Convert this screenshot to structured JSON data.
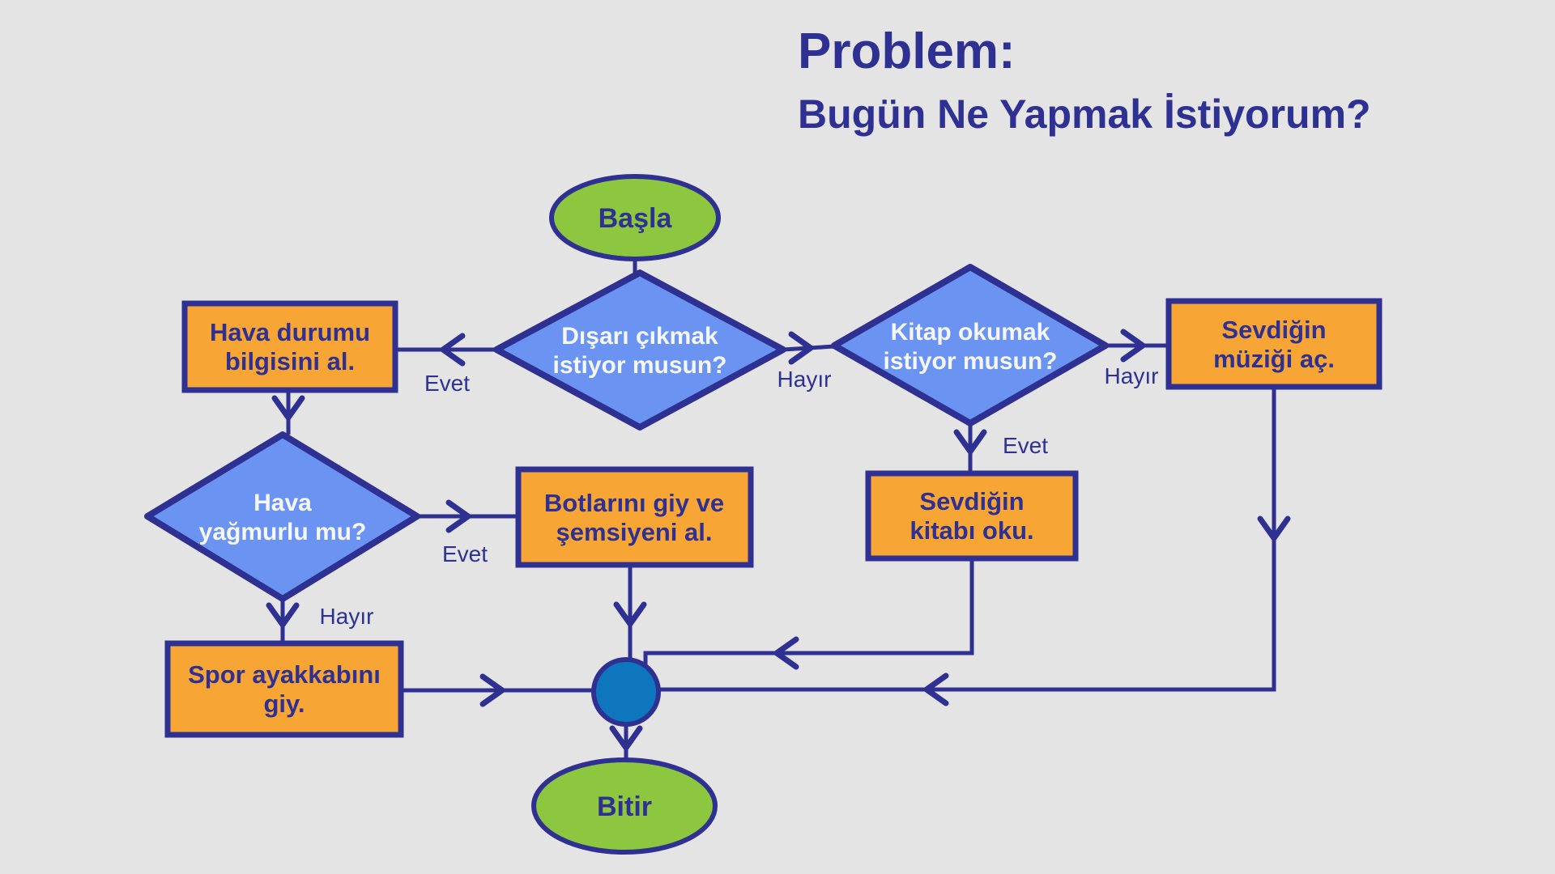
{
  "title": {
    "line1": "Problem:",
    "line2": "Bugün Ne Yapmak İstiyorum?"
  },
  "nodes": {
    "start": {
      "type": "terminal",
      "label": "Başla"
    },
    "q_go_outside": {
      "type": "decision",
      "line1": "Dışarı çıkmak",
      "line2": "istiyor musun?"
    },
    "get_weather": {
      "type": "process",
      "line1": "Hava durumu",
      "line2": "bilgisini al."
    },
    "q_read_book": {
      "type": "decision",
      "line1": "Kitap okumak",
      "line2": "istiyor musun?"
    },
    "play_music": {
      "type": "process",
      "line1": "Sevdiğin",
      "line2": "müziği aç."
    },
    "q_rainy": {
      "type": "decision",
      "line1": "Hava",
      "line2": "yağmurlu mu?"
    },
    "wear_boots": {
      "type": "process",
      "line1": "Botlarını giy ve",
      "line2": "şemsiyeni al."
    },
    "read_book": {
      "type": "process",
      "line1": "Sevdiğin",
      "line2": "kitabı oku."
    },
    "wear_sneakers": {
      "type": "process",
      "line1": "Spor ayakkabını",
      "line2": "giy."
    },
    "junction": {
      "type": "junction"
    },
    "end": {
      "type": "terminal",
      "label": "Bitir"
    }
  },
  "edge_labels": {
    "go_outside_yes": "Evet",
    "go_outside_no": "Hayır",
    "read_book_no": "Hayır",
    "read_book_yes": "Evet",
    "rainy_yes": "Evet",
    "rainy_no": "Hayır"
  },
  "colors": {
    "background": "#e4e4e4",
    "navy": "#2e3192",
    "terminal_green": "#8dc63f",
    "decision_blue": "#6b94f2",
    "process_orange": "#f7a636",
    "junction_blue": "#0e76bc",
    "decision_text": "#f5f7fc"
  }
}
